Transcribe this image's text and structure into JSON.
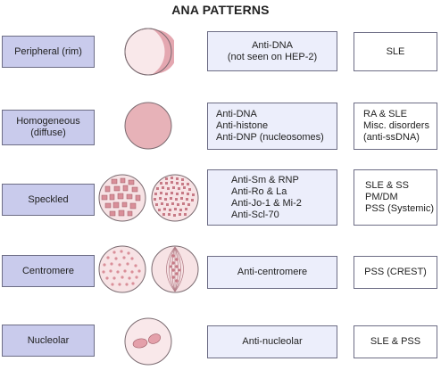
{
  "title": "ANA PATTERNS",
  "rows": [
    {
      "pattern": "Peripheral (rim)",
      "antibodies": "Anti-DNA\n(not seen on HEP-2)",
      "disease": "SLE"
    },
    {
      "pattern": "Homogeneous\n(diffuse)",
      "antibodies": "Anti-DNA\nAnti-histone\nAnti-DNP (nucleosomes)",
      "disease": "RA & SLE\nMisc. disorders\n(anti-ssDNA)"
    },
    {
      "pattern": "Speckled",
      "antibodies": "Anti-Sm & RNP\nAnti-Ro & La\nAnti-Jo-1 & Mi-2\nAnti-Scl-70",
      "disease": "SLE & SS\nPM/DM\nPSS (Systemic)"
    },
    {
      "pattern": "Centromere",
      "antibodies": "Anti-centromere",
      "disease": "PSS (CREST)"
    },
    {
      "pattern": "Nucleolar",
      "antibodies": "Anti-nucleolar",
      "disease": "SLE & PSS"
    }
  ],
  "colors": {
    "pattern_box": "#c9cbec",
    "antibody_box": "#eceefb",
    "nucleus_fill": "#e7b2b8",
    "nucleus_pale": "#f7e3e5",
    "speckle": "#d98f99",
    "border": "#6d6d85"
  }
}
